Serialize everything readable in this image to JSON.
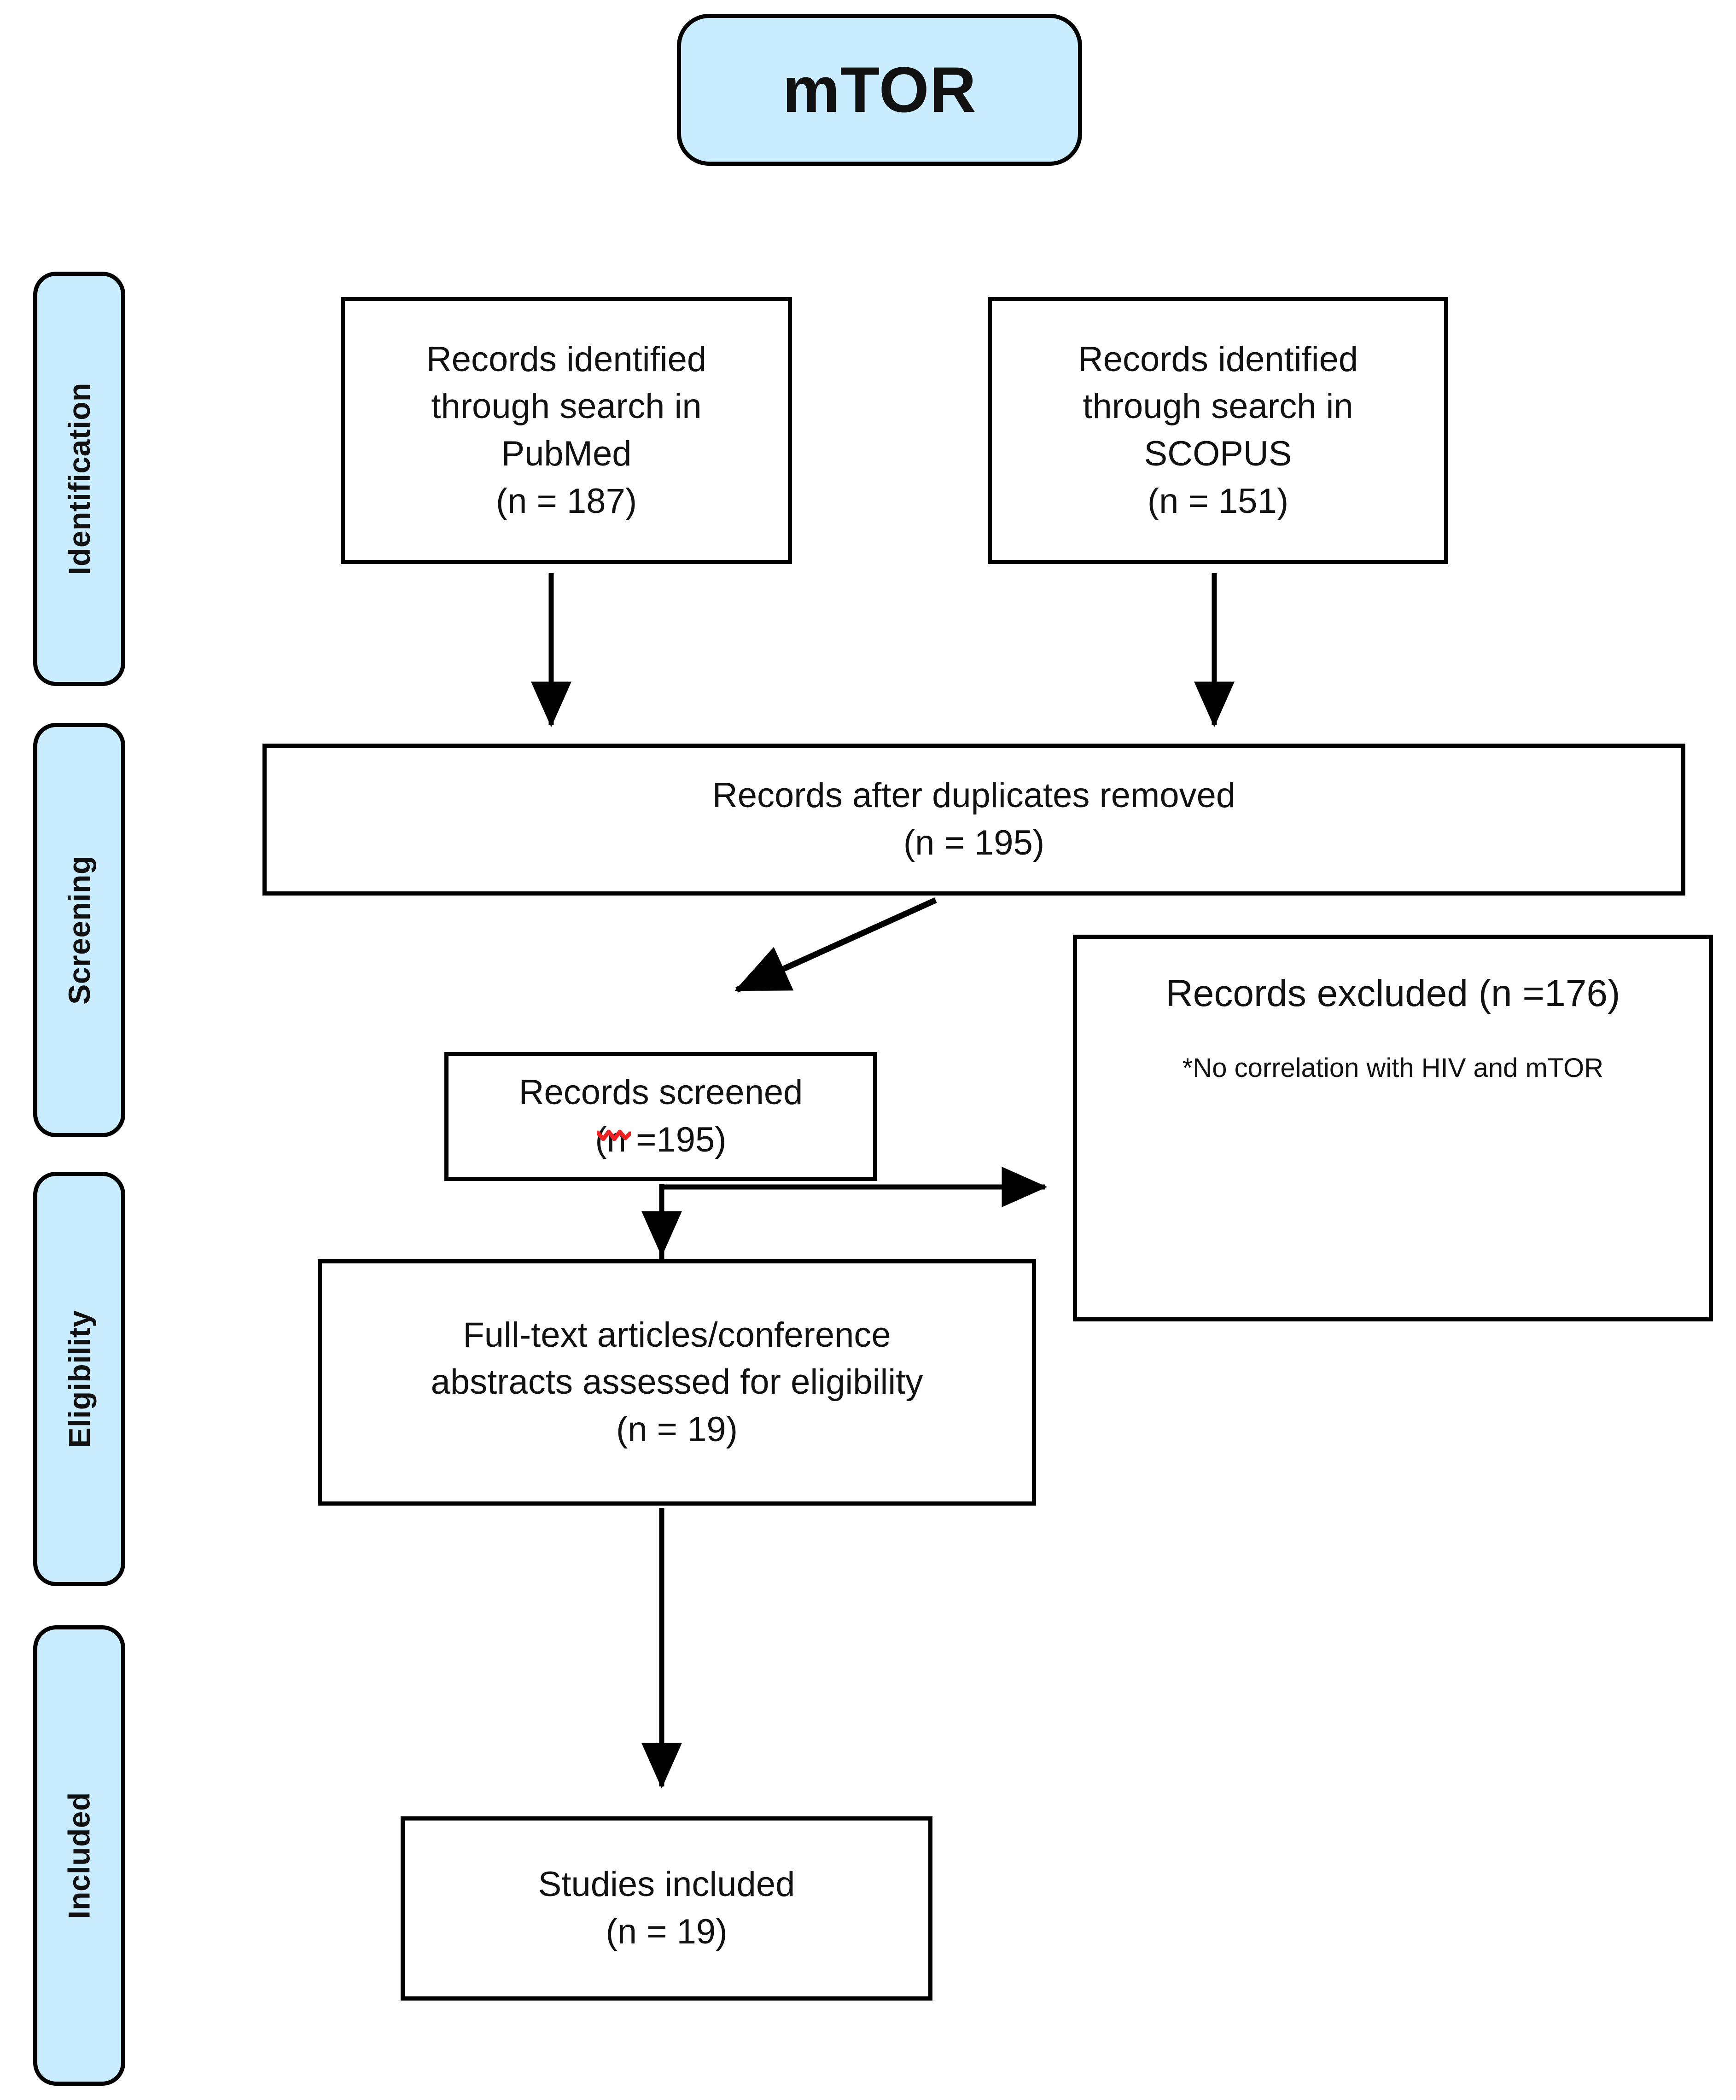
{
  "diagram": {
    "title": "mTOR",
    "type": "PRISMA flow diagram",
    "accent_color": "#c9ecff",
    "border_color": "#000000",
    "spellcheck_color": "#ee2222"
  },
  "stages": [
    {
      "label": "Identification"
    },
    {
      "label": "Screening"
    },
    {
      "label": "Eligibility"
    },
    {
      "label": "Included"
    }
  ],
  "boxes": {
    "pubmed": {
      "line1": "Records identified",
      "line2": "through search in",
      "line3": "PubMed",
      "line4": "(n =  187)"
    },
    "scopus": {
      "line1": "Records identified",
      "line2": "through search in",
      "line3": "SCOPUS",
      "line4": "(n =  151)"
    },
    "duplicates": {
      "line1": "Records after duplicates removed",
      "line2": "(n = 195)"
    },
    "screened": {
      "line1": "Records screened",
      "line2": "(n =195)"
    },
    "excluded": {
      "line1": "Records excluded (n =176)",
      "line2": "*No correlation with HIV and mTOR"
    },
    "fulltext": {
      "line1": "Full-text articles/conference",
      "line2": "abstracts assessed for eligibility",
      "line3": "(n = 19)"
    },
    "included": {
      "line1": "Studies included",
      "line2": "(n = 19)"
    }
  },
  "chart_data": {
    "type": "diagram",
    "title": "mTOR",
    "nodes": [
      {
        "id": "pubmed",
        "stage": "Identification",
        "label": "Records identified through search in PubMed",
        "n": 187
      },
      {
        "id": "scopus",
        "stage": "Identification",
        "label": "Records identified through search in SCOPUS",
        "n": 151
      },
      {
        "id": "duplicates",
        "stage": "Screening",
        "label": "Records after duplicates removed",
        "n": 195
      },
      {
        "id": "screened",
        "stage": "Screening",
        "label": "Records screened",
        "n": 195
      },
      {
        "id": "excluded",
        "stage": "Screening",
        "label": "Records excluded",
        "n": 176,
        "note": "*No correlation with HIV and mTOR"
      },
      {
        "id": "fulltext",
        "stage": "Eligibility",
        "label": "Full-text articles/conference abstracts assessed for eligibility",
        "n": 19
      },
      {
        "id": "included",
        "stage": "Included",
        "label": "Studies included",
        "n": 19
      }
    ],
    "edges": [
      {
        "from": "pubmed",
        "to": "duplicates"
      },
      {
        "from": "scopus",
        "to": "duplicates"
      },
      {
        "from": "duplicates",
        "to": "screened"
      },
      {
        "from": "screened",
        "to": "excluded"
      },
      {
        "from": "screened",
        "to": "fulltext"
      },
      {
        "from": "fulltext",
        "to": "included"
      }
    ]
  }
}
